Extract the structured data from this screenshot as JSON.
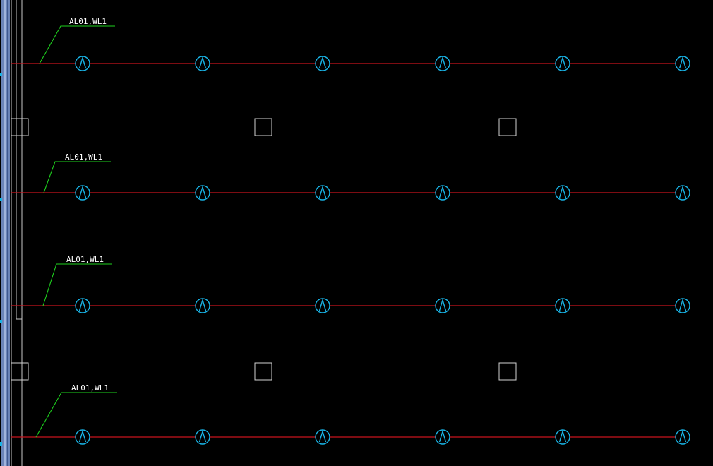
{
  "colors": {
    "background": "#000000",
    "wire": "#c8141e",
    "fixture": "#19b4e6",
    "leader": "#1ed21e",
    "label": "#ffffff",
    "box": "#d2d2d2",
    "frame": "#6b84b8"
  },
  "circuits": [
    {
      "label": "AL01,WL1",
      "fixture_count": 6
    },
    {
      "label": "AL01,WL1",
      "fixture_count": 6
    },
    {
      "label": "AL01,WL1",
      "fixture_count": 6
    },
    {
      "label": "AL01,WL1",
      "fixture_count": 6
    }
  ],
  "icons": {
    "fixture": "circle-triangle-light-icon",
    "box": "square-box-icon"
  }
}
